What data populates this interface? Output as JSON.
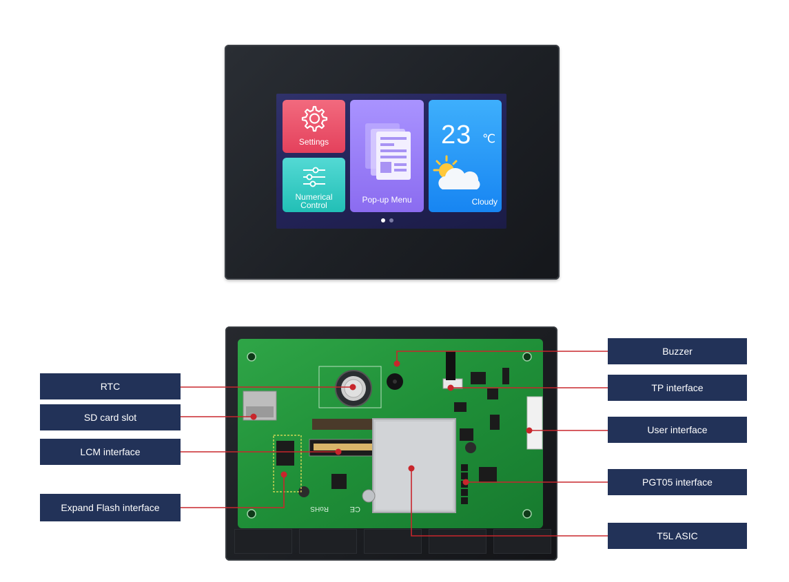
{
  "screen": {
    "tiles": {
      "settings": "Settings",
      "numerical_line1": "Numerical",
      "numerical_line2": "Control",
      "popup": "Pop-up Menu",
      "weather_temp": "23",
      "weather_unit": "℃",
      "weather_condition": "Cloudy"
    },
    "page_indicator": {
      "pages": 2,
      "active": 1
    }
  },
  "callouts": {
    "left": {
      "rtc": "RTC",
      "sd_card": "SD card slot",
      "lcm": "LCM interface",
      "expand_flash": "Expand Flash interface"
    },
    "right": {
      "buzzer": "Buzzer",
      "tp": "TP interface",
      "user": "User interface",
      "pgt05": "PGT05 interface",
      "t5l": "T5L ASIC"
    }
  },
  "board_markings": {
    "rohs": "RoHS",
    "ce": "CE"
  },
  "colors": {
    "callout_bg": "#223258",
    "leader_line": "#c8262c",
    "pcb_green": "#1f8f38"
  },
  "icons": {
    "settings": "gear-icon",
    "numerical": "sliders-icon",
    "popup": "document-icon",
    "weather": "sun-cloud-icon"
  }
}
